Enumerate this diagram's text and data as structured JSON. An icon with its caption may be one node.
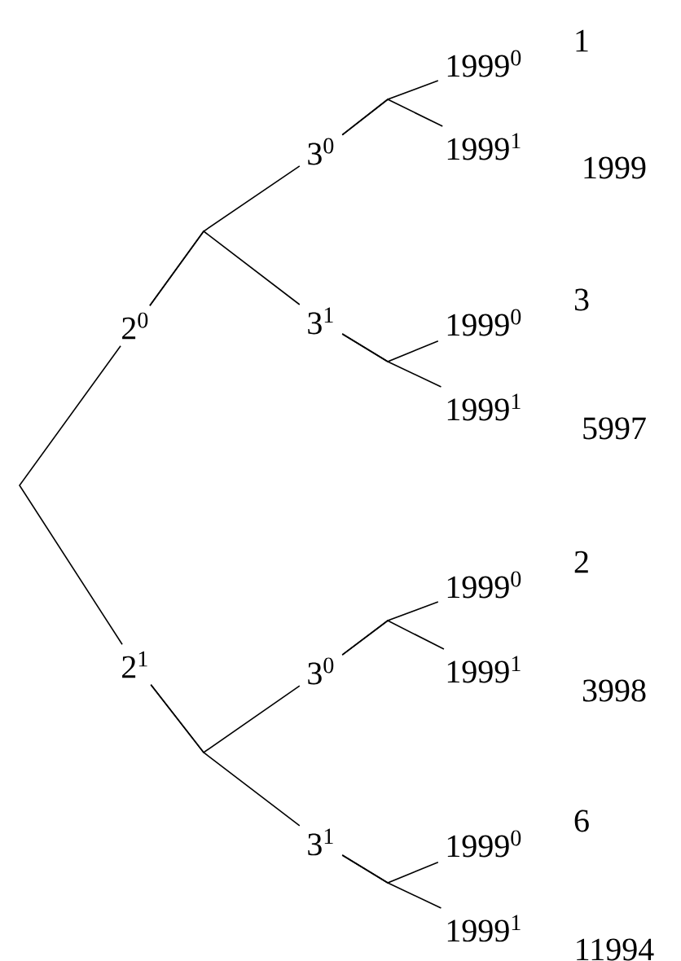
{
  "diagram": {
    "nodes": [
      {
        "text": [
          "2$^{0}$"
        ]
      },
      {
        "text": [
          "3$^{0}$"
        ]
      },
      {
        "text": [
          "1999$^{0}$"
        ],
        "beside": [
          "1"
        ]
      },
      {
        "text": [
          "1999$^{1}$"
        ],
        "beside": [
          "1999"
        ]
      },
      {
        "text": [
          "3$^{1}$"
        ]
      },
      {
        "text": [
          "1999$^{0}$"
        ],
        "beside": [
          "3"
        ]
      },
      {
        "text": [
          "1999$^{1}$"
        ],
        "beside": [
          "5997"
        ]
      },
      {
        "text": [
          "2$^{1}$"
        ]
      },
      {
        "text": [
          "3$^{0}$"
        ]
      },
      {
        "text": [
          "1999$^{0}$"
        ],
        "beside": [
          "2"
        ]
      },
      {
        "text": [
          "1999$^{1}$"
        ],
        "beside": [
          "3998"
        ]
      },
      {
        "text": [
          "3$^{1}$"
        ]
      },
      {
        "text": [
          "1999$^{0}$"
        ],
        "beside": [
          "6"
        ]
      },
      {
        "text": [
          "1999$^{1}$"
        ],
        "beside": [
          "11994"
        ]
      }
    ],
    "edges": [
      {
        "from": 0,
        "to": 7,
        "arrow": "none"
      },
      {
        "from": 0,
        "to": 1,
        "arrow": "none"
      },
      {
        "from": 0,
        "to": 4,
        "arrow": "none"
      },
      {
        "from": 1,
        "to": 2,
        "arrow": "none"
      },
      {
        "from": 1,
        "to": 3,
        "arrow": "none"
      },
      {
        "from": 4,
        "to": 5,
        "arrow": "none"
      },
      {
        "from": 4,
        "to": 6,
        "arrow": "none"
      },
      {
        "from": 7,
        "to": 8,
        "arrow": "none"
      },
      {
        "from": 7,
        "to": 11,
        "arrow": "none"
      },
      {
        "from": 8,
        "to": 9,
        "arrow": "none"
      },
      {
        "from": 8,
        "to": 10,
        "arrow": "none"
      },
      {
        "from": 11,
        "to": 12,
        "arrow": "none"
      },
      {
        "from": 11,
        "to": 13,
        "arrow": "none"
      }
    ]
  }
}
